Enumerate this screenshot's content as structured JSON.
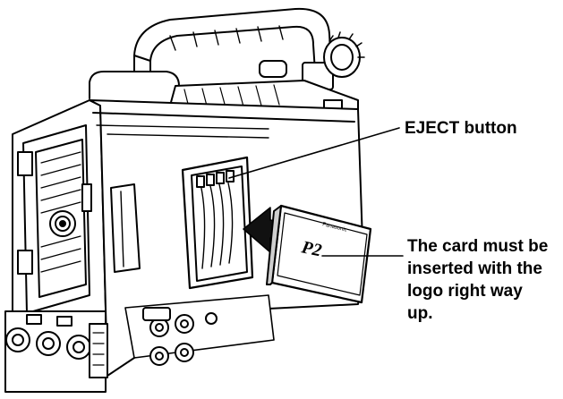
{
  "callouts": {
    "eject_button": "EJECT button",
    "card_instruction": {
      "lines": [
        "The card must be",
        "inserted with the",
        "logo right way",
        "up."
      ]
    }
  },
  "card": {
    "brand_text": "Panasonic",
    "logo_text": "P2"
  },
  "colors": {
    "ink": "#000000",
    "paper": "#ffffff",
    "shade": "#cfcfcf",
    "arrow": "#111111"
  }
}
